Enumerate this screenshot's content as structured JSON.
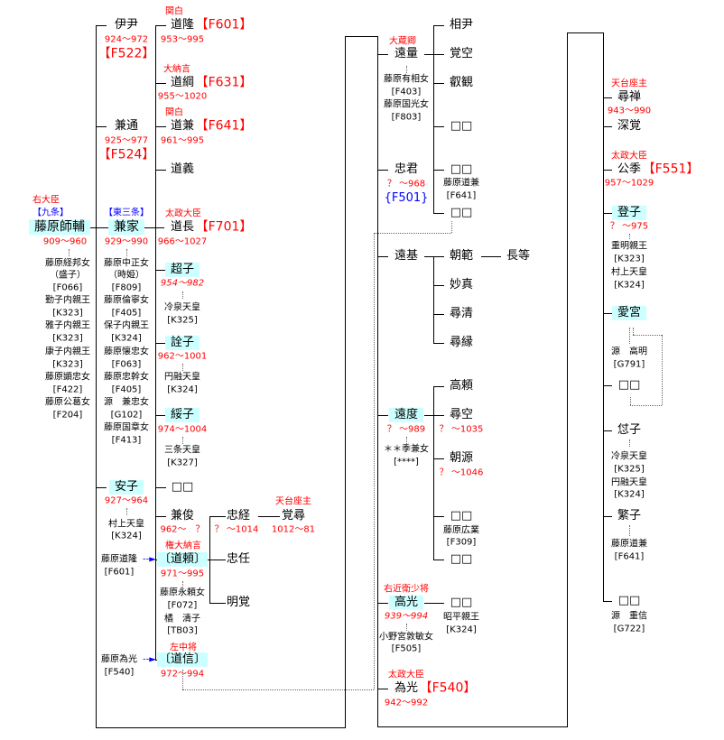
{
  "root": {
    "title": "右大臣",
    "clan": "【九条】",
    "name": "藤原師輔",
    "years": "909〜960",
    "spouses": [
      "藤原経邦女",
      "（盛子）",
      "[F066]",
      "勤子内親王",
      "[K323]",
      "雅子内親王",
      "[K323]",
      "康子内親王",
      "[K323]",
      "藤原顕忠女",
      "[F422]",
      "藤原公葛女",
      "[F204]"
    ]
  },
  "koretada": {
    "name": "伊尹",
    "years": "924〜972",
    "code": "【F522】"
  },
  "kanemichi": {
    "name": "兼通",
    "years": "925〜977",
    "code": "【F524】"
  },
  "kaneie": {
    "clan": "【東三条】",
    "name": "兼家",
    "years": "929〜990",
    "spouses": [
      "藤原中正女",
      "（時姫）",
      "[F809]",
      "藤原倫寧女",
      "[F405]",
      "保子内親王",
      "[K324]",
      "藤原懐忠女",
      "[F063]",
      "藤原忠幹女",
      "[F405]",
      "源　兼忠女",
      "[G102]",
      "藤原国章女",
      "[F413]"
    ]
  },
  "anshi": {
    "name": "安子",
    "years": "927〜964",
    "spouse": "村上天皇",
    "spouse_code": "[K324]"
  },
  "adopt_michitaka": {
    "name": "藤原道隆",
    "code": "[F601]"
  },
  "adopt_tamemitsu": {
    "name": "藤原為光",
    "code": "[F540]"
  },
  "kaneie_children": {
    "michitaka": {
      "title": "関白",
      "name": "道隆",
      "code": "【F601】",
      "years": "953〜995"
    },
    "michitsuna": {
      "title": "大納言",
      "name": "道綱",
      "code": "【F631】",
      "years": "955〜1020"
    },
    "michikane": {
      "title": "関白",
      "name": "道兼",
      "code": "【F641】",
      "years": "961〜995"
    },
    "michiyoshi": {
      "name": "道義"
    },
    "michinaga": {
      "title": "太政大臣",
      "name": "道長",
      "code": "【F701】",
      "years": "966〜1027"
    },
    "choshi": {
      "name": "超子",
      "years": "954〜982",
      "spouse": "冷泉天皇",
      "spouse_code": "[K325]"
    },
    "senshi": {
      "name": "詮子",
      "years": "962〜1001",
      "spouse": "円融天皇",
      "spouse_code": "[K324]"
    },
    "suishi": {
      "name": "綏子",
      "years": "974〜1004",
      "spouse": "三条天皇",
      "spouse_code": "[K327]"
    },
    "unknown": {
      "name": "□□"
    },
    "kanetoshi": {
      "name": "兼俊",
      "years": "962〜　？"
    },
    "michiyori": {
      "title": "権大納言",
      "name": "〔道頼〕",
      "years": "971〜995",
      "spouses": [
        "藤原永頼女",
        "[F072]",
        "橘　清子",
        "[TB03]"
      ]
    },
    "michinobu": {
      "title": "左中将",
      "name": "〔道信〕",
      "years": "972〜994"
    }
  },
  "michiyori_children": {
    "tadatsune": {
      "name": "忠経",
      "years": "？ 〜1014"
    },
    "tadato": {
      "name": "忠任"
    },
    "myokaku": {
      "name": "明覚"
    },
    "kakujin": {
      "title": "天台座主",
      "name": "覚尋",
      "years": "1012〜81"
    }
  },
  "col3": {
    "tokazu": {
      "title": "大蔵卿",
      "name": "遠量",
      "spouses": [
        "藤原有相女",
        "[F403]",
        "藤原国光女",
        "[F803]"
      ]
    },
    "tokazu_children": [
      "相尹",
      "覚空",
      "叡観",
      "□□",
      "□□",
      "□□"
    ],
    "tokazu_child_spouse": {
      "name": "藤原道兼",
      "code": "[F641]"
    },
    "tadakimi": {
      "name": "忠君",
      "years": "？ 〜968",
      "code": "{F501}"
    },
    "tomoto": {
      "name": "遠基",
      "children": [
        "朝範",
        "妙真",
        "尋清",
        "尋縁"
      ],
      "grandchild": "長等"
    },
    "tonori": {
      "name": "遠度",
      "years": "？ 〜989",
      "spouse": "＊＊季兼女",
      "spouse_code": "[****]",
      "children": [
        {
          "name": "高頼"
        },
        {
          "name": "尋空",
          "years": "？ 〜1035"
        },
        {
          "name": "朝源",
          "years": "？ 〜1046"
        },
        {
          "name": "□□",
          "spouse": "藤原広業",
          "spouse_code": "[F309]"
        },
        {
          "name": "□□"
        }
      ]
    },
    "takamitsu": {
      "title": "右近衛少将",
      "name": "高光",
      "years": "939〜994",
      "spouse": "小野宮敦敏女",
      "spouse_code": "[F505]",
      "child": {
        "name": "□□",
        "spouse": "昭平親王",
        "spouse_code": "[K324]"
      }
    },
    "tamemitsu": {
      "title": "太政大臣",
      "name": "為光",
      "code": "【F540】",
      "years": "942〜992"
    }
  },
  "col4": {
    "jinzen": {
      "title": "天台座主",
      "name": "尋禅",
      "years": "943〜990"
    },
    "jinkaku": {
      "name": "深覚"
    },
    "kinsue": {
      "title": "太政大臣",
      "name": "公季",
      "code": "【F551】",
      "years": "957〜1029"
    },
    "toshi": {
      "name": "登子",
      "years": "？ 〜975",
      "spouses": [
        "重明親王",
        "[K323]",
        "村上天皇",
        "[K324]"
      ]
    },
    "aimiya": {
      "name": "愛宮",
      "spouse": "源　高明",
      "spouse_code": "[G791]"
    },
    "unknown1": {
      "name": "□□"
    },
    "fushi": {
      "name": "怤子",
      "spouses": [
        "冷泉天皇",
        "[K325]",
        "円融天皇",
        "[K324]"
      ]
    },
    "hanshi": {
      "name": "繁子",
      "spouse": "藤原道兼",
      "spouse_code": "[F641]"
    },
    "unknown2": {
      "name": "□□",
      "spouse": "源　重信",
      "spouse_code": "[G722]"
    }
  }
}
